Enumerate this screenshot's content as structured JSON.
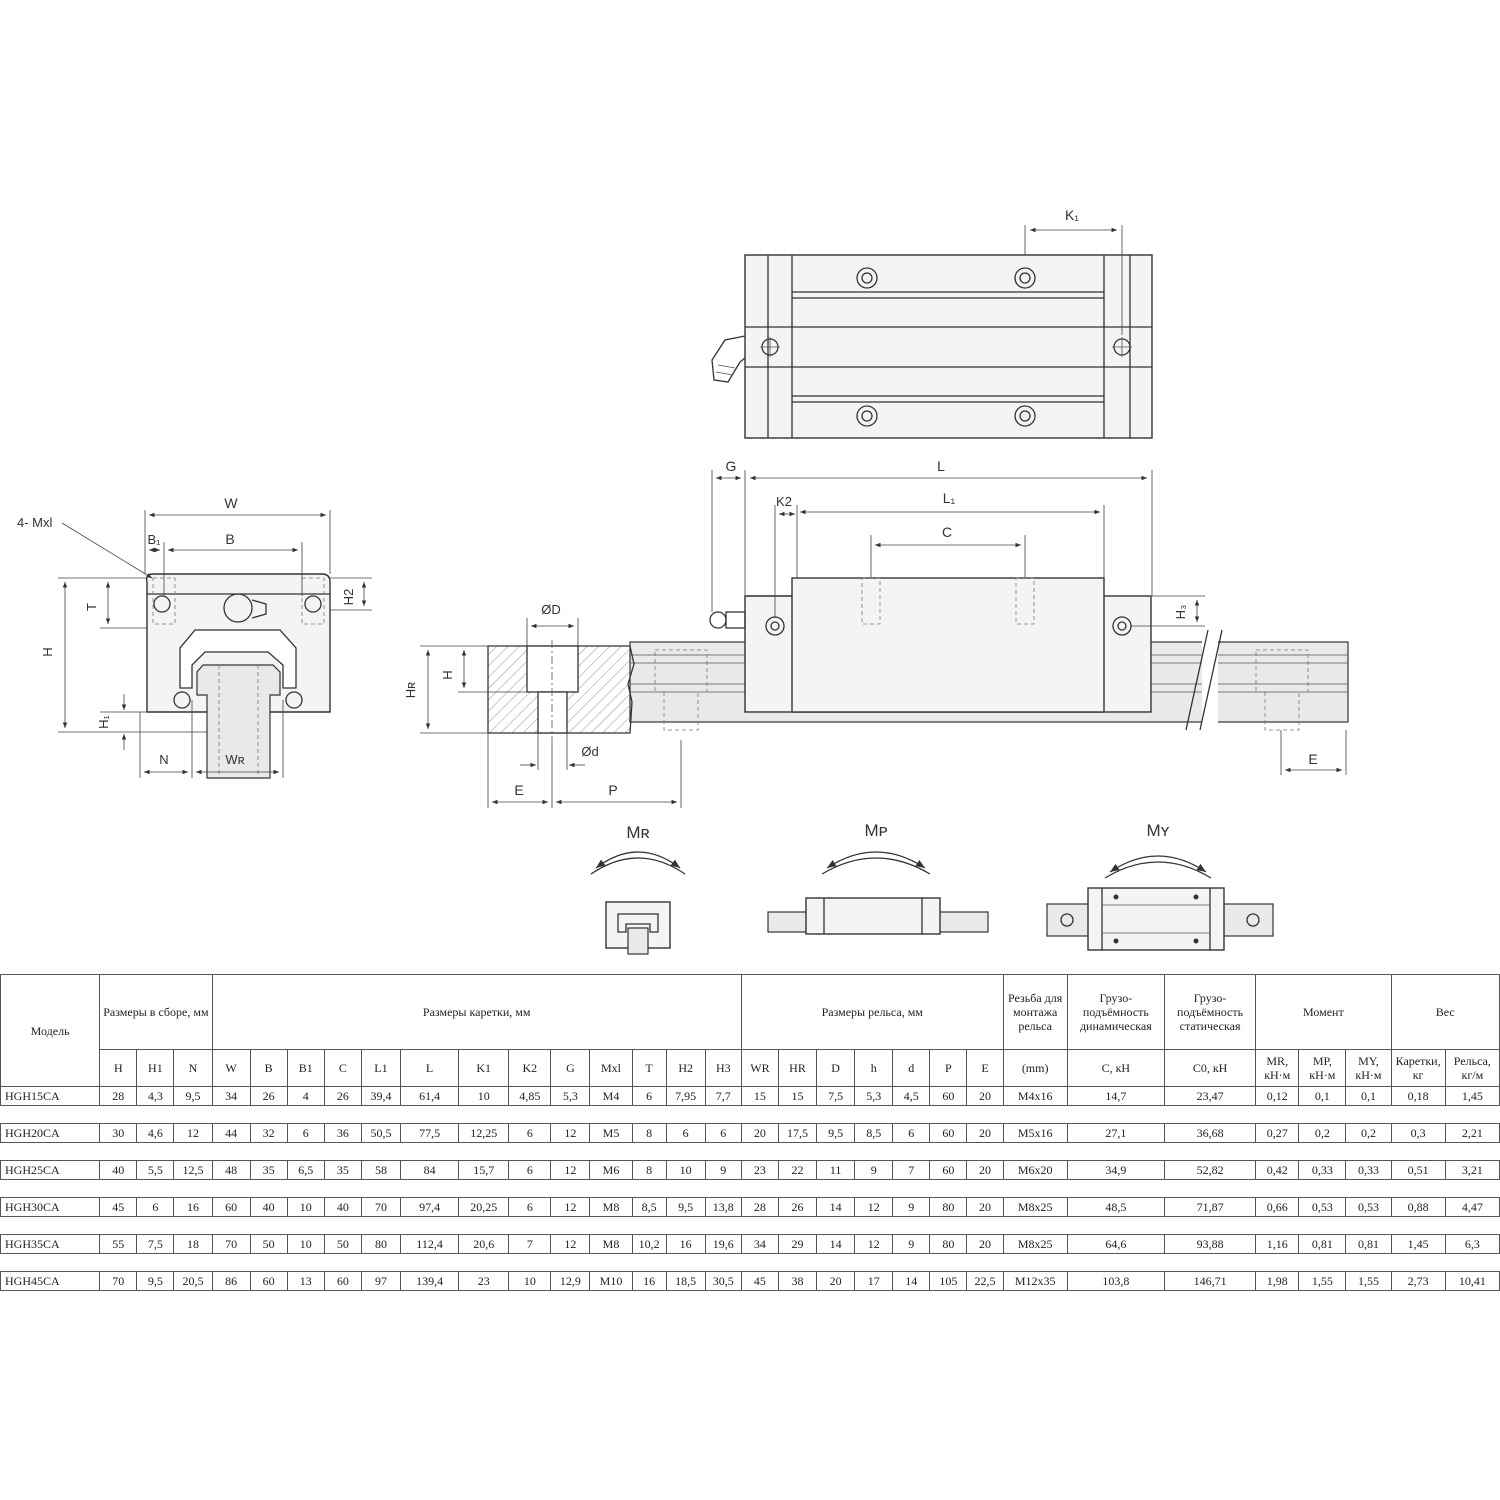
{
  "labels": {
    "k1": "K₁",
    "g": "G",
    "l": "L",
    "l1": "L₁",
    "k2": "K2",
    "c": "C",
    "h3": "H₃",
    "w": "W",
    "b1": "B₁",
    "b": "B",
    "mxl": "4- Mxl",
    "t": "T",
    "h2": "H2",
    "h": "H",
    "h1": "H₁",
    "n": "N",
    "wr": "Wʀ",
    "od": "ØD",
    "hr": "Hʀ",
    "hh": "H",
    "dd": "Ød",
    "e_left": "E",
    "p": "P",
    "e_right": "E",
    "mr": "Mʀ",
    "mp": "Mᴘ",
    "my": "Mʏ"
  },
  "table": {
    "group_headers": {
      "model": "Модель",
      "assembly": "Размеры в сборе, мм",
      "carriage": "Размеры каретки, мм",
      "rail": "Размеры рельса, мм",
      "thread": "Резьба для монтажа рельса",
      "dynamic": "Грузо-подъёмность динамическая",
      "static": "Грузо-подъёмность статическая",
      "moment": "Момент",
      "weight": "Вес"
    },
    "columns": [
      "H",
      "H1",
      "N",
      "W",
      "B",
      "B1",
      "C",
      "L1",
      "L",
      "K1",
      "K2",
      "G",
      "Mxl",
      "T",
      "H2",
      "H3",
      "WR",
      "HR",
      "D",
      "h",
      "d",
      "P",
      "E",
      "(mm)",
      "C, кН",
      "C0, кН",
      "MR, кН·м",
      "MP, кН·м",
      "MY, кН·м",
      "Каретки, кг",
      "Рельса, кг/м"
    ],
    "rows": [
      [
        "HGH15CA",
        "28",
        "4,3",
        "9,5",
        "34",
        "26",
        "4",
        "26",
        "39,4",
        "61,4",
        "10",
        "4,85",
        "5,3",
        "M4",
        "6",
        "7,95",
        "7,7",
        "15",
        "15",
        "7,5",
        "5,3",
        "4,5",
        "60",
        "20",
        "M4x16",
        "14,7",
        "23,47",
        "0,12",
        "0,1",
        "0,1",
        "0,18",
        "1,45"
      ],
      [
        "HGH20CA",
        "30",
        "4,6",
        "12",
        "44",
        "32",
        "6",
        "36",
        "50,5",
        "77,5",
        "12,25",
        "6",
        "12",
        "M5",
        "8",
        "6",
        "6",
        "20",
        "17,5",
        "9,5",
        "8,5",
        "6",
        "60",
        "20",
        "M5x16",
        "27,1",
        "36,68",
        "0,27",
        "0,2",
        "0,2",
        "0,3",
        "2,21"
      ],
      [
        "HGH25CA",
        "40",
        "5,5",
        "12,5",
        "48",
        "35",
        "6,5",
        "35",
        "58",
        "84",
        "15,7",
        "6",
        "12",
        "M6",
        "8",
        "10",
        "9",
        "23",
        "22",
        "11",
        "9",
        "7",
        "60",
        "20",
        "M6x20",
        "34,9",
        "52,82",
        "0,42",
        "0,33",
        "0,33",
        "0,51",
        "3,21"
      ],
      [
        "HGH30CA",
        "45",
        "6",
        "16",
        "60",
        "40",
        "10",
        "40",
        "70",
        "97,4",
        "20,25",
        "6",
        "12",
        "M8",
        "8,5",
        "9,5",
        "13,8",
        "28",
        "26",
        "14",
        "12",
        "9",
        "80",
        "20",
        "M8x25",
        "48,5",
        "71,87",
        "0,66",
        "0,53",
        "0,53",
        "0,88",
        "4,47"
      ],
      [
        "HGH35CA",
        "55",
        "7,5",
        "18",
        "70",
        "50",
        "10",
        "50",
        "80",
        "112,4",
        "20,6",
        "7",
        "12",
        "M8",
        "10,2",
        "16",
        "19,6",
        "34",
        "29",
        "14",
        "12",
        "9",
        "80",
        "20",
        "M8x25",
        "64,6",
        "93,88",
        "1,16",
        "0,81",
        "0,81",
        "1,45",
        "6,3"
      ],
      [
        "HGH45CA",
        "70",
        "9,5",
        "20,5",
        "86",
        "60",
        "13",
        "60",
        "97",
        "139,4",
        "23",
        "10",
        "12,9",
        "M10",
        "16",
        "18,5",
        "30,5",
        "45",
        "38",
        "20",
        "17",
        "14",
        "105",
        "22,5",
        "M12x35",
        "103,8",
        "146,71",
        "1,98",
        "1,55",
        "1,55",
        "2,73",
        "10,41"
      ]
    ]
  }
}
